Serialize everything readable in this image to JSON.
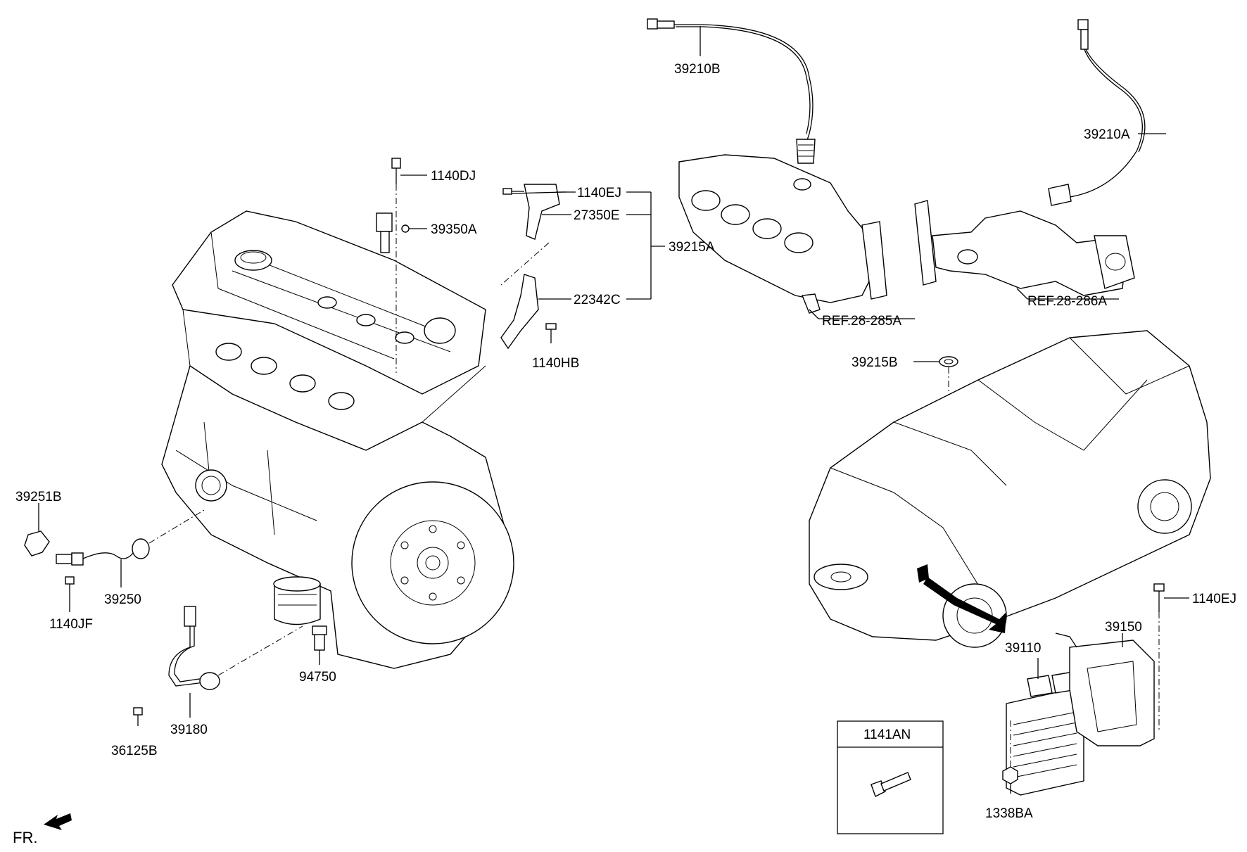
{
  "labels": {
    "l_39210B": "39210B",
    "l_39210A": "39210A",
    "l_1140DJ": "1140DJ",
    "l_39350A": "39350A",
    "l_1140EJ_top": "1140EJ",
    "l_27350E": "27350E",
    "l_39215A": "39215A",
    "l_22342C": "22342C",
    "l_1140HB": "1140HB",
    "l_ref285": "REF.28-285A",
    "l_ref286": "REF.28-286A",
    "l_39215B": "39215B",
    "l_39251B": "39251B",
    "l_39250": "39250",
    "l_1140JF": "1140JF",
    "l_94750": "94750",
    "l_39180": "39180",
    "l_36125B": "36125B",
    "l_1140EJ_right": "1140EJ",
    "l_39150": "39150",
    "l_39110": "39110",
    "l_1141AN": "1141AN",
    "l_1338BA": "1338BA",
    "l_fr": "FR."
  },
  "icons": {
    "front_arrow": "arrow-icon",
    "bolt": "bolt-icon"
  }
}
